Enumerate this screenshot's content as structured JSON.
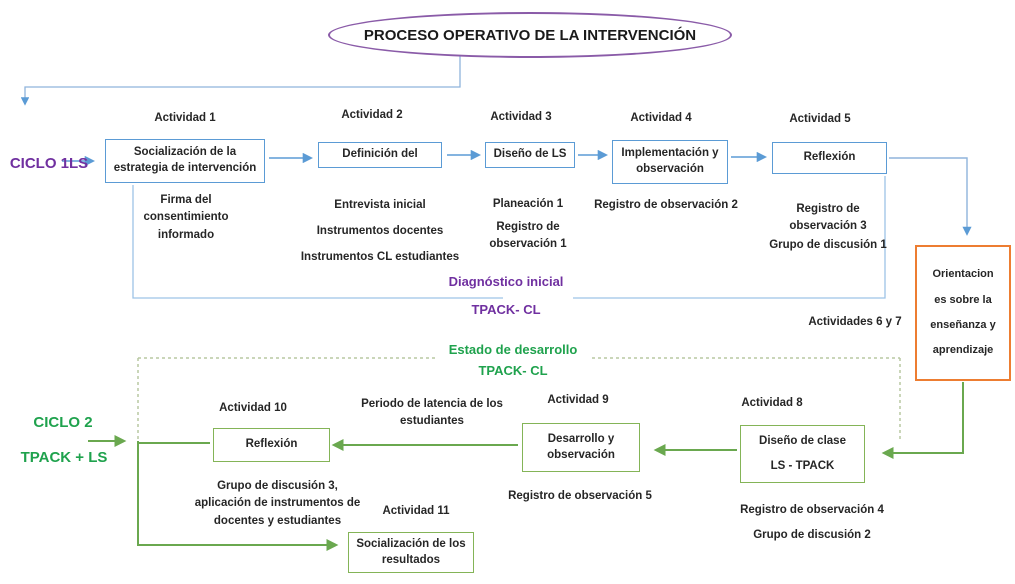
{
  "title": "PROCESO OPERATIVO DE LA INTERVENCIÓN",
  "colors": {
    "purple": "#7030A0",
    "blue_border": "#5B9BD5",
    "blue_bracket": "#9DC3E6",
    "green_text": "#1FA24D",
    "green_line": "#6AA84F",
    "green_border": "#84B457",
    "orange_border": "#ED7D31",
    "dashed_border": "#B9C8A2"
  },
  "cycle1": {
    "label": "CICLO 1LS",
    "activities": [
      {
        "label": "Actividad 1",
        "box": "Socialización de la estrategia de intervención",
        "notes": [
          "Firma del consentimiento informado"
        ]
      },
      {
        "label": "Actividad 2",
        "box": "Definición del",
        "notes": [
          "Entrevista inicial",
          "Instrumentos docentes",
          "Instrumentos CL estudiantes"
        ]
      },
      {
        "label": "Actividad 3",
        "box": "Diseño de LS",
        "notes": [
          "Planeación 1",
          "Registro de observación 1"
        ]
      },
      {
        "label": "Actividad 4",
        "box": "Implementación y observación",
        "notes": [
          "Registro de observación 2"
        ]
      },
      {
        "label": "Actividad 5",
        "box": "Reflexión",
        "notes": [
          "Registro de observación 3",
          "Grupo de discusión 1"
        ]
      }
    ],
    "diagnostico": {
      "line1": "Diagnóstico inicial",
      "line2": "TPACK- CL"
    }
  },
  "transition": {
    "actividades_6_7": "Actividades 6 y 7",
    "orientaciones_box": "Orientacion es sobre la enseñanza y aprendizaje",
    "estado": {
      "line1": "Estado de desarrollo",
      "line2": "TPACK- CL"
    }
  },
  "cycle2": {
    "label_line1": "CICLO 2",
    "label_line2": "TPACK + LS",
    "periodo_latencia": "Periodo de latencia de los estudiantes",
    "activities": [
      {
        "label": "Actividad 8",
        "box": "Diseño de clase\nLS - TPACK",
        "notes": [
          "Registro de observación 4",
          "Grupo de discusión 2"
        ]
      },
      {
        "label": "Actividad 9",
        "box": "Desarrollo y observación",
        "notes": [
          "Registro de observación 5"
        ]
      },
      {
        "label": "Actividad 10",
        "box": "Reflexión",
        "notes": [
          "Grupo de discusión 3, aplicación de instrumentos de docentes y estudiantes"
        ]
      },
      {
        "label": "Actividad 11",
        "box": "Socialización de los resultados",
        "notes": []
      }
    ]
  }
}
